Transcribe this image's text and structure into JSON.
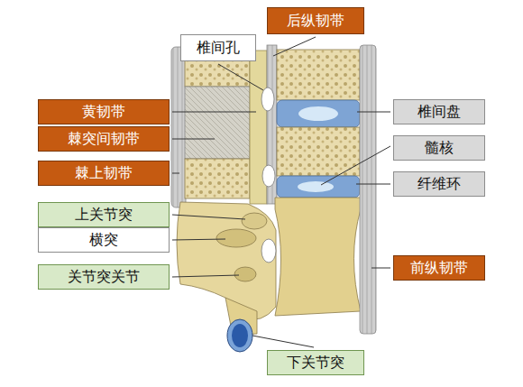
{
  "diagram": {
    "nodes": [
      {
        "text": [
          "后纵韧带"
        ]
      },
      {
        "text": [
          "椎间孔"
        ]
      },
      {
        "text": [
          "黄韧带"
        ]
      },
      {
        "text": [
          "椎间盘"
        ]
      },
      {
        "text": [
          "棘突间韧带"
        ]
      },
      {
        "text": [
          "髓核"
        ]
      },
      {
        "text": [
          "棘上韧带"
        ]
      },
      {
        "text": [
          "纤维环"
        ]
      },
      {
        "text": [
          "上关节突"
        ]
      },
      {
        "text": [
          "横突"
        ]
      },
      {
        "text": [
          "关节突关节"
        ]
      },
      {
        "text": [
          "前纵韧带"
        ]
      },
      {
        "text": [
          "下关节突"
        ]
      }
    ]
  }
}
